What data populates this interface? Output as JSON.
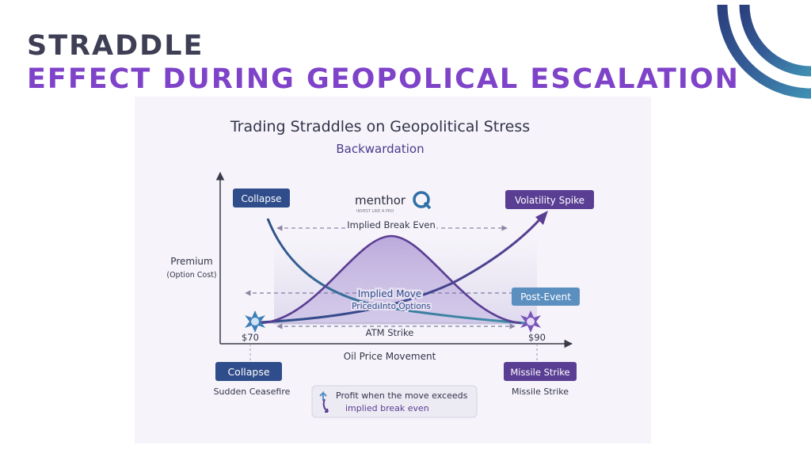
{
  "header": {
    "title_line1": "STRADDLE",
    "title_line2": "EFFECT DURING GEOPOLICAL ESCALATION"
  },
  "diagram": {
    "title": "Trading Straddles on Geopolitical Stress",
    "subtitle": "Backwardation",
    "logo": {
      "name": "menthor",
      "mark": "Q",
      "tagline": "INVEST LIKE A PRO"
    },
    "y_axis": {
      "label": "Premium",
      "sublabel": "(Option Cost)"
    },
    "x_axis": {
      "label": "Oil Price Movement",
      "left_tick": "$70",
      "right_tick": "$90"
    },
    "annotations": {
      "collapse_top": "Collapse",
      "volatility_spike": "Volatility Spike",
      "implied_break_even": "Implied Break Even",
      "implied_move": "Implied Move",
      "priced_into_options": "Priced Into Options",
      "post_event": "Post-Event",
      "atm_strike": "ATM Strike"
    },
    "scenarios": {
      "left_badge": "Collapse",
      "left_caption": "Sudden Ceasefire",
      "right_badge": "Missile Strike",
      "right_caption": "Missile Strike"
    },
    "note": {
      "line1": "Profit when the move exceeds",
      "line2": "implied break even"
    },
    "colors": {
      "navy": "#2f4d8a",
      "purple": "#5a3e93",
      "teal": "#3f8fa8",
      "post_event": "#5b8fc0",
      "title_purple": "#7f43c9",
      "title_dark": "#3e3f55"
    }
  }
}
